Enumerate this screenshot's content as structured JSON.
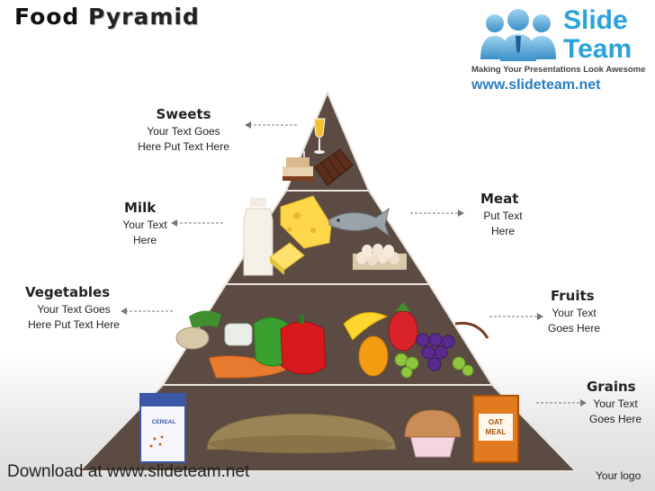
{
  "title": {
    "word1": "Food",
    "word2": "Pyramid"
  },
  "brand": {
    "name_line1": "Slide",
    "name_line2": "Team",
    "tagline": "Making Your Presentations Look Awesome",
    "url": "www.slideteam.net"
  },
  "tiers": [
    {
      "name": "Sweets",
      "text_line1": "Your Text Goes",
      "text_line2": "Here Put Text Here"
    },
    {
      "name": "Milk",
      "text_line1": "Your Text",
      "text_line2": "Here"
    },
    {
      "name": "Meat",
      "text_line1": "Put Text",
      "text_line2": "Here"
    },
    {
      "name": "Vegetables",
      "text_line1": "Your Text Goes",
      "text_line2": "Here Put Text Here"
    },
    {
      "name": "Fruits",
      "text_line1": "Your Text",
      "text_line2": "Goes Here"
    },
    {
      "name": "Grains",
      "text_line1": "Your Text",
      "text_line2": "Goes Here"
    }
  ],
  "packages": {
    "cereal": "CEREAL",
    "oat_line1": "OAT",
    "oat_line2": "MEAL"
  },
  "footer": {
    "download": "Download at www.slideteam.net",
    "your_logo": "Your logo"
  },
  "colors": {
    "tier_fill": "#5b4b43",
    "tier_edge": "#e8e3dc",
    "brand_blue": "#2aa3d8"
  }
}
